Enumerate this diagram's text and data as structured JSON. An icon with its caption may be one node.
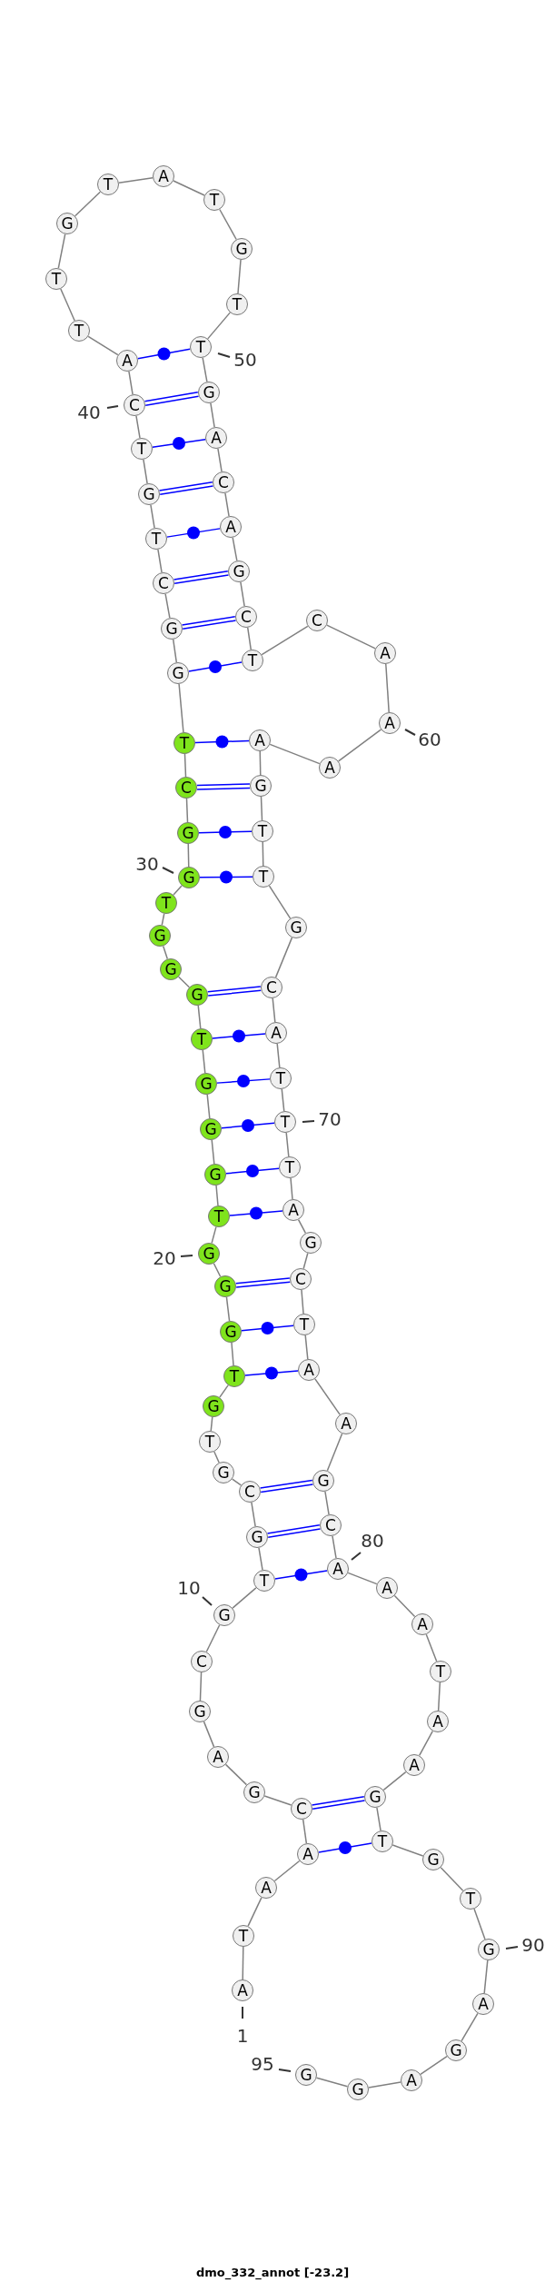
{
  "diagram": {
    "caption": "dmo_332_annot [-23.2]",
    "nodes": [
      {
        "text": [
          "A"
        ],
        "beside": [
          "1"
        ]
      },
      {
        "text": [
          "T"
        ]
      },
      {
        "text": [
          "A"
        ]
      },
      {
        "text": [
          "A"
        ]
      },
      {
        "text": [
          "C"
        ]
      },
      {
        "text": [
          "G"
        ]
      },
      {
        "text": [
          "A"
        ]
      },
      {
        "text": [
          "G"
        ]
      },
      {
        "text": [
          "C"
        ]
      },
      {
        "text": [
          "G"
        ],
        "beside": [
          "10"
        ]
      },
      {
        "text": [
          "T"
        ]
      },
      {
        "text": [
          "G"
        ]
      },
      {
        "text": [
          "C"
        ]
      },
      {
        "text": [
          "G"
        ]
      },
      {
        "text": [
          "T"
        ]
      },
      {
        "text": [
          "G"
        ]
      },
      {
        "text": [
          "T"
        ]
      },
      {
        "text": [
          "G"
        ]
      },
      {
        "text": [
          "G"
        ]
      },
      {
        "text": [
          "G"
        ],
        "beside": [
          "20"
        ]
      },
      {
        "text": [
          "T"
        ]
      },
      {
        "text": [
          "G"
        ]
      },
      {
        "text": [
          "G"
        ]
      },
      {
        "text": [
          "G"
        ]
      },
      {
        "text": [
          "T"
        ]
      },
      {
        "text": [
          "G"
        ]
      },
      {
        "text": [
          "G"
        ]
      },
      {
        "text": [
          "G"
        ]
      },
      {
        "text": [
          "T"
        ]
      },
      {
        "text": [
          "G"
        ],
        "beside": [
          "30"
        ]
      },
      {
        "text": [
          "G"
        ]
      },
      {
        "text": [
          "C"
        ]
      },
      {
        "text": [
          "T"
        ]
      },
      {
        "text": [
          "G"
        ]
      },
      {
        "text": [
          "G"
        ]
      },
      {
        "text": [
          "C"
        ]
      },
      {
        "text": [
          "T"
        ]
      },
      {
        "text": [
          "G"
        ]
      },
      {
        "text": [
          "T"
        ]
      },
      {
        "text": [
          "C"
        ],
        "beside": [
          "40"
        ]
      },
      {
        "text": [
          "A"
        ]
      },
      {
        "text": [
          "T"
        ]
      },
      {
        "text": [
          "T"
        ]
      },
      {
        "text": [
          "G"
        ]
      },
      {
        "text": [
          "T"
        ]
      },
      {
        "text": [
          "A"
        ]
      },
      {
        "text": [
          "T"
        ]
      },
      {
        "text": [
          "G"
        ]
      },
      {
        "text": [
          "T"
        ]
      },
      {
        "text": [
          "T"
        ],
        "beside": [
          "50"
        ]
      },
      {
        "text": [
          "G"
        ]
      },
      {
        "text": [
          "A"
        ]
      },
      {
        "text": [
          "C"
        ]
      },
      {
        "text": [
          "A"
        ]
      },
      {
        "text": [
          "G"
        ]
      },
      {
        "text": [
          "C"
        ]
      },
      {
        "text": [
          "T"
        ]
      },
      {
        "text": [
          "C"
        ]
      },
      {
        "text": [
          "A"
        ]
      },
      {
        "text": [
          "A"
        ],
        "beside": [
          "60"
        ]
      },
      {
        "text": [
          "A"
        ]
      },
      {
        "text": [
          "A"
        ]
      },
      {
        "text": [
          "G"
        ]
      },
      {
        "text": [
          "T"
        ]
      },
      {
        "text": [
          "T"
        ]
      },
      {
        "text": [
          "G"
        ]
      },
      {
        "text": [
          "C"
        ]
      },
      {
        "text": [
          "A"
        ]
      },
      {
        "text": [
          "T"
        ]
      },
      {
        "text": [
          "T"
        ],
        "beside": [
          "70"
        ]
      },
      {
        "text": [
          "T"
        ]
      },
      {
        "text": [
          "A"
        ]
      },
      {
        "text": [
          "G"
        ]
      },
      {
        "text": [
          "C"
        ]
      },
      {
        "text": [
          "T"
        ]
      },
      {
        "text": [
          "A"
        ]
      },
      {
        "text": [
          "A"
        ]
      },
      {
        "text": [
          "G"
        ]
      },
      {
        "text": [
          "C"
        ]
      },
      {
        "text": [
          "A"
        ],
        "beside": [
          "80"
        ]
      },
      {
        "text": [
          "A"
        ]
      },
      {
        "text": [
          "A"
        ]
      },
      {
        "text": [
          "T"
        ]
      },
      {
        "text": [
          "A"
        ]
      },
      {
        "text": [
          "A"
        ]
      },
      {
        "text": [
          "G"
        ]
      },
      {
        "text": [
          "T"
        ]
      },
      {
        "text": [
          "G"
        ]
      },
      {
        "text": [
          "T"
        ]
      },
      {
        "text": [
          "G"
        ],
        "beside": [
          "90"
        ]
      },
      {
        "text": [
          "A"
        ]
      },
      {
        "text": [
          "G"
        ]
      },
      {
        "text": [
          "A"
        ]
      },
      {
        "text": [
          "G"
        ]
      },
      {
        "text": [
          "G"
        ],
        "beside": [
          "95"
        ]
      }
    ],
    "edges": [
      {
        "from": 0,
        "to": 1,
        "arrow": "none"
      },
      {
        "from": 1,
        "to": 2,
        "arrow": "none"
      },
      {
        "from": 2,
        "to": 3,
        "arrow": "none"
      },
      {
        "from": 3,
        "to": 4,
        "arrow": "none"
      },
      {
        "from": 4,
        "to": 5,
        "arrow": "none"
      },
      {
        "from": 5,
        "to": 6,
        "arrow": "none"
      },
      {
        "from": 6,
        "to": 7,
        "arrow": "none"
      },
      {
        "from": 7,
        "to": 8,
        "arrow": "none"
      },
      {
        "from": 8,
        "to": 9,
        "arrow": "none"
      },
      {
        "from": 9,
        "to": 10,
        "arrow": "none"
      },
      {
        "from": 10,
        "to": 11,
        "arrow": "none"
      },
      {
        "from": 11,
        "to": 12,
        "arrow": "none"
      },
      {
        "from": 12,
        "to": 13,
        "arrow": "none"
      },
      {
        "from": 13,
        "to": 14,
        "arrow": "none"
      },
      {
        "from": 14,
        "to": 15,
        "arrow": "none"
      },
      {
        "from": 15,
        "to": 16,
        "arrow": "none"
      },
      {
        "from": 16,
        "to": 17,
        "arrow": "none"
      },
      {
        "from": 17,
        "to": 18,
        "arrow": "none"
      },
      {
        "from": 18,
        "to": 19,
        "arrow": "none"
      },
      {
        "from": 19,
        "to": 20,
        "arrow": "none"
      },
      {
        "from": 20,
        "to": 21,
        "arrow": "none"
      },
      {
        "from": 21,
        "to": 22,
        "arrow": "none"
      },
      {
        "from": 22,
        "to": 23,
        "arrow": "none"
      },
      {
        "from": 23,
        "to": 24,
        "arrow": "none"
      },
      {
        "from": 24,
        "to": 25,
        "arrow": "none"
      },
      {
        "from": 25,
        "to": 26,
        "arrow": "none"
      },
      {
        "from": 26,
        "to": 27,
        "arrow": "none"
      },
      {
        "from": 27,
        "to": 28,
        "arrow": "none"
      },
      {
        "from": 28,
        "to": 29,
        "arrow": "none"
      },
      {
        "from": 29,
        "to": 30,
        "arrow": "none"
      },
      {
        "from": 30,
        "to": 31,
        "arrow": "none"
      },
      {
        "from": 31,
        "to": 32,
        "arrow": "none"
      },
      {
        "from": 32,
        "to": 33,
        "arrow": "none"
      },
      {
        "from": 33,
        "to": 34,
        "arrow": "none"
      },
      {
        "from": 34,
        "to": 35,
        "arrow": "none"
      },
      {
        "from": 35,
        "to": 36,
        "arrow": "none"
      },
      {
        "from": 36,
        "to": 37,
        "arrow": "none"
      },
      {
        "from": 37,
        "to": 38,
        "arrow": "none"
      },
      {
        "from": 38,
        "to": 39,
        "arrow": "none"
      },
      {
        "from": 39,
        "to": 40,
        "arrow": "none"
      },
      {
        "from": 40,
        "to": 41,
        "arrow": "none"
      },
      {
        "from": 41,
        "to": 42,
        "arrow": "none"
      },
      {
        "from": 42,
        "to": 43,
        "arrow": "none"
      },
      {
        "from": 43,
        "to": 44,
        "arrow": "none"
      },
      {
        "from": 44,
        "to": 45,
        "arrow": "none"
      },
      {
        "from": 45,
        "to": 46,
        "arrow": "none"
      },
      {
        "from": 46,
        "to": 47,
        "arrow": "none"
      },
      {
        "from": 47,
        "to": 48,
        "arrow": "none"
      },
      {
        "from": 48,
        "to": 49,
        "arrow": "none"
      },
      {
        "from": 49,
        "to": 50,
        "arrow": "none"
      },
      {
        "from": 50,
        "to": 51,
        "arrow": "none"
      },
      {
        "from": 51,
        "to": 52,
        "arrow": "none"
      },
      {
        "from": 52,
        "to": 53,
        "arrow": "none"
      },
      {
        "from": 53,
        "to": 54,
        "arrow": "none"
      },
      {
        "from": 54,
        "to": 55,
        "arrow": "none"
      },
      {
        "from": 55,
        "to": 56,
        "arrow": "none"
      },
      {
        "from": 56,
        "to": 57,
        "arrow": "none"
      },
      {
        "from": 57,
        "to": 58,
        "arrow": "none"
      },
      {
        "from": 58,
        "to": 59,
        "arrow": "none"
      },
      {
        "from": 59,
        "to": 60,
        "arrow": "none"
      },
      {
        "from": 60,
        "to": 61,
        "arrow": "none"
      },
      {
        "from": 61,
        "to": 62,
        "arrow": "none"
      },
      {
        "from": 62,
        "to": 63,
        "arrow": "none"
      },
      {
        "from": 63,
        "to": 64,
        "arrow": "none"
      },
      {
        "from": 64,
        "to": 65,
        "arrow": "none"
      },
      {
        "from": 65,
        "to": 66,
        "arrow": "none"
      },
      {
        "from": 66,
        "to": 67,
        "arrow": "none"
      },
      {
        "from": 67,
        "to": 68,
        "arrow": "none"
      },
      {
        "from": 68,
        "to": 69,
        "arrow": "none"
      },
      {
        "from": 69,
        "to": 70,
        "arrow": "none"
      },
      {
        "from": 70,
        "to": 71,
        "arrow": "none"
      },
      {
        "from": 71,
        "to": 72,
        "arrow": "none"
      },
      {
        "from": 72,
        "to": 73,
        "arrow": "none"
      },
      {
        "from": 73,
        "to": 74,
        "arrow": "none"
      },
      {
        "from": 74,
        "to": 75,
        "arrow": "none"
      },
      {
        "from": 75,
        "to": 76,
        "arrow": "none"
      },
      {
        "from": 76,
        "to": 77,
        "arrow": "none"
      },
      {
        "from": 77,
        "to": 78,
        "arrow": "none"
      },
      {
        "from": 78,
        "to": 79,
        "arrow": "none"
      },
      {
        "from": 79,
        "to": 80,
        "arrow": "none"
      },
      {
        "from": 80,
        "to": 81,
        "arrow": "none"
      },
      {
        "from": 81,
        "to": 82,
        "arrow": "none"
      },
      {
        "from": 82,
        "to": 83,
        "arrow": "none"
      },
      {
        "from": 83,
        "to": 84,
        "arrow": "none"
      },
      {
        "from": 84,
        "to": 85,
        "arrow": "none"
      },
      {
        "from": 85,
        "to": 86,
        "arrow": "none"
      },
      {
        "from": 86,
        "to": 87,
        "arrow": "none"
      },
      {
        "from": 87,
        "to": 88,
        "arrow": "none"
      },
      {
        "from": 88,
        "to": 89,
        "arrow": "none"
      },
      {
        "from": 89,
        "to": 90,
        "arrow": "none"
      },
      {
        "from": 90,
        "to": 91,
        "arrow": "none"
      },
      {
        "from": 91,
        "to": 92,
        "arrow": "none"
      },
      {
        "from": 92,
        "to": 93,
        "arrow": "none"
      },
      {
        "from": 93,
        "to": 94,
        "arrow": "none"
      },
      {
        "from": 3,
        "to": 86,
        "arrow": "none",
        "color": "#0000ff"
      },
      {
        "from": 4,
        "to": 85,
        "arrow": "none",
        "color": "#0000ff"
      },
      {
        "from": 10,
        "to": 79,
        "arrow": "none",
        "color": "#0000ff"
      },
      {
        "from": 11,
        "to": 78,
        "arrow": "none",
        "color": "#0000ff"
      },
      {
        "from": 12,
        "to": 77,
        "arrow": "none",
        "color": "#0000ff"
      },
      {
        "from": 16,
        "to": 75,
        "arrow": "none",
        "color": "#0000ff"
      },
      {
        "from": 17,
        "to": 74,
        "arrow": "none",
        "color": "#0000ff"
      },
      {
        "from": 18,
        "to": 73,
        "arrow": "none",
        "color": "#0000ff"
      },
      {
        "from": 20,
        "to": 71,
        "arrow": "none",
        "color": "#0000ff"
      },
      {
        "from": 21,
        "to": 70,
        "arrow": "none",
        "color": "#0000ff"
      },
      {
        "from": 22,
        "to": 69,
        "arrow": "none",
        "color": "#0000ff"
      },
      {
        "from": 23,
        "to": 68,
        "arrow": "none",
        "color": "#0000ff"
      },
      {
        "from": 24,
        "to": 67,
        "arrow": "none",
        "color": "#0000ff"
      },
      {
        "from": 25,
        "to": 66,
        "arrow": "none",
        "color": "#0000ff"
      },
      {
        "from": 29,
        "to": 64,
        "arrow": "none",
        "color": "#0000ff"
      },
      {
        "from": 30,
        "to": 63,
        "arrow": "none",
        "color": "#0000ff"
      },
      {
        "from": 31,
        "to": 62,
        "arrow": "none",
        "color": "#0000ff"
      },
      {
        "from": 32,
        "to": 61,
        "arrow": "none",
        "color": "#0000ff"
      },
      {
        "from": 33,
        "to": 56,
        "arrow": "none",
        "color": "#0000ff"
      },
      {
        "from": 34,
        "to": 55,
        "arrow": "none",
        "color": "#0000ff"
      },
      {
        "from": 35,
        "to": 54,
        "arrow": "none",
        "color": "#0000ff"
      },
      {
        "from": 36,
        "to": 53,
        "arrow": "none",
        "color": "#0000ff"
      },
      {
        "from": 37,
        "to": 52,
        "arrow": "none",
        "color": "#0000ff"
      },
      {
        "from": 38,
        "to": 51,
        "arrow": "none",
        "color": "#0000ff"
      },
      {
        "from": 39,
        "to": 50,
        "arrow": "none",
        "color": "#0000ff"
      },
      {
        "from": 40,
        "to": 49,
        "arrow": "none",
        "color": "#0000ff"
      }
    ]
  }
}
